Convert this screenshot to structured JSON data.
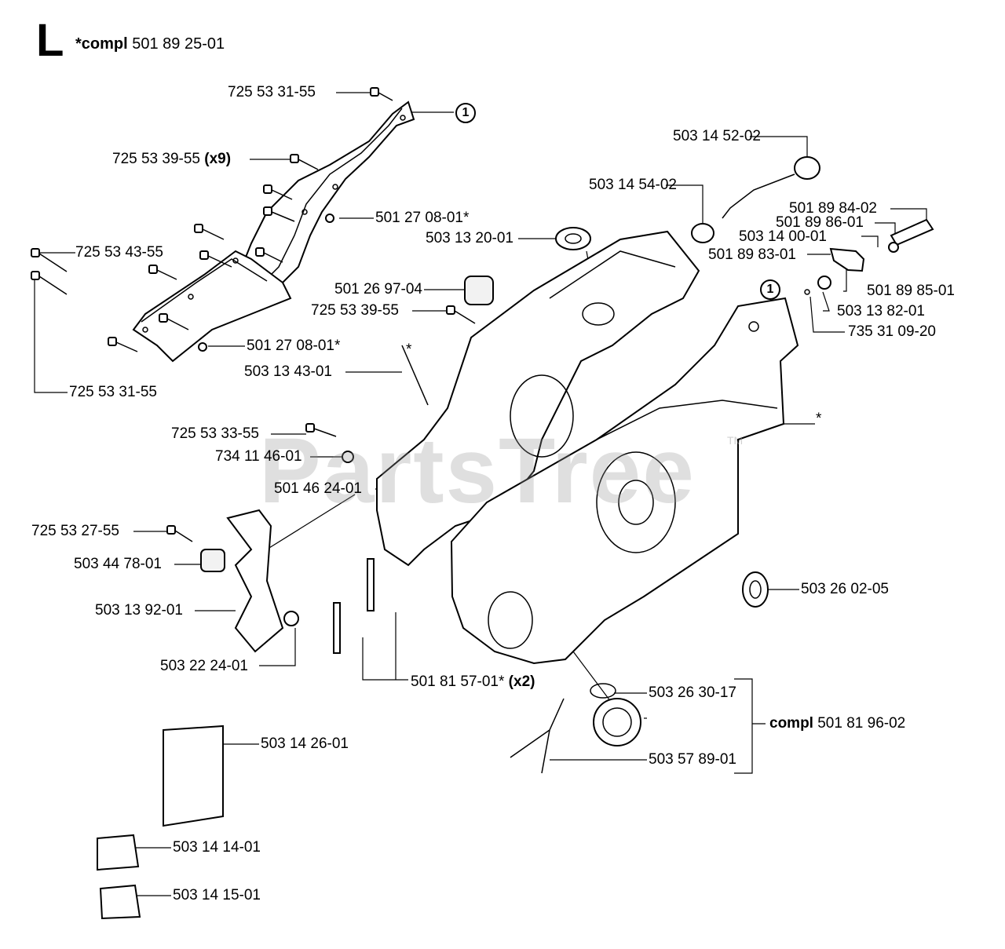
{
  "header": {
    "section_letter": "L",
    "compl_prefix": "*compl",
    "compl_number": "501 89 25-01"
  },
  "watermark": {
    "text": "PartsTree",
    "trademark": "TM"
  },
  "callout_symbol": "1",
  "labels": {
    "p725533155_top": "725 53 31-55",
    "p725533955_x9": "725 53 39-55",
    "x9": "(x9)",
    "p501270801_a": "501 27 08-01*",
    "p725534355": "725 53 43-55",
    "p501270801_b": "501 27 08-01*",
    "p725533155_bottom": "725 53 31-55",
    "p503145202": "503 14 52-02",
    "p503145402": "503 14 54-02",
    "p503132001": "503 13 20-01",
    "p501269704": "501 26 97-04",
    "p725533955": "725 53 39-55",
    "p503134301": "503 13 43-01",
    "p501898402": "501 89 84-02",
    "p501898601": "501 89 86-01",
    "p503140001": "503 14 00-01",
    "p501898301": "501 89 83-01",
    "p501898501": "501 89 85-01",
    "p503138201": "503 13 82-01",
    "p735310920": "735 31 09-20",
    "p725533355": "725 53 33-55",
    "p734114601": "734 11 46-01",
    "p501462401": "501 46 24-01",
    "p725532755": "725 53 27-55",
    "p503447801": "503 44 78-01",
    "p503139201": "503 13 92-01",
    "p503222401": "503 22 24-01",
    "p501815701": "501 81 57-01*",
    "x2": "(x2)",
    "p503260205": "503 26 02-05",
    "p503263017": "503 26 30-17",
    "compl_word": "compl",
    "p501819602": "501 81 96-02",
    "p503578901": "503 57 89-01",
    "p503142601": "503 14 26-01",
    "p503141401": "503 14 14-01",
    "p503141501": "503 14 15-01",
    "asterisk_a": "*",
    "asterisk_b": "*"
  }
}
